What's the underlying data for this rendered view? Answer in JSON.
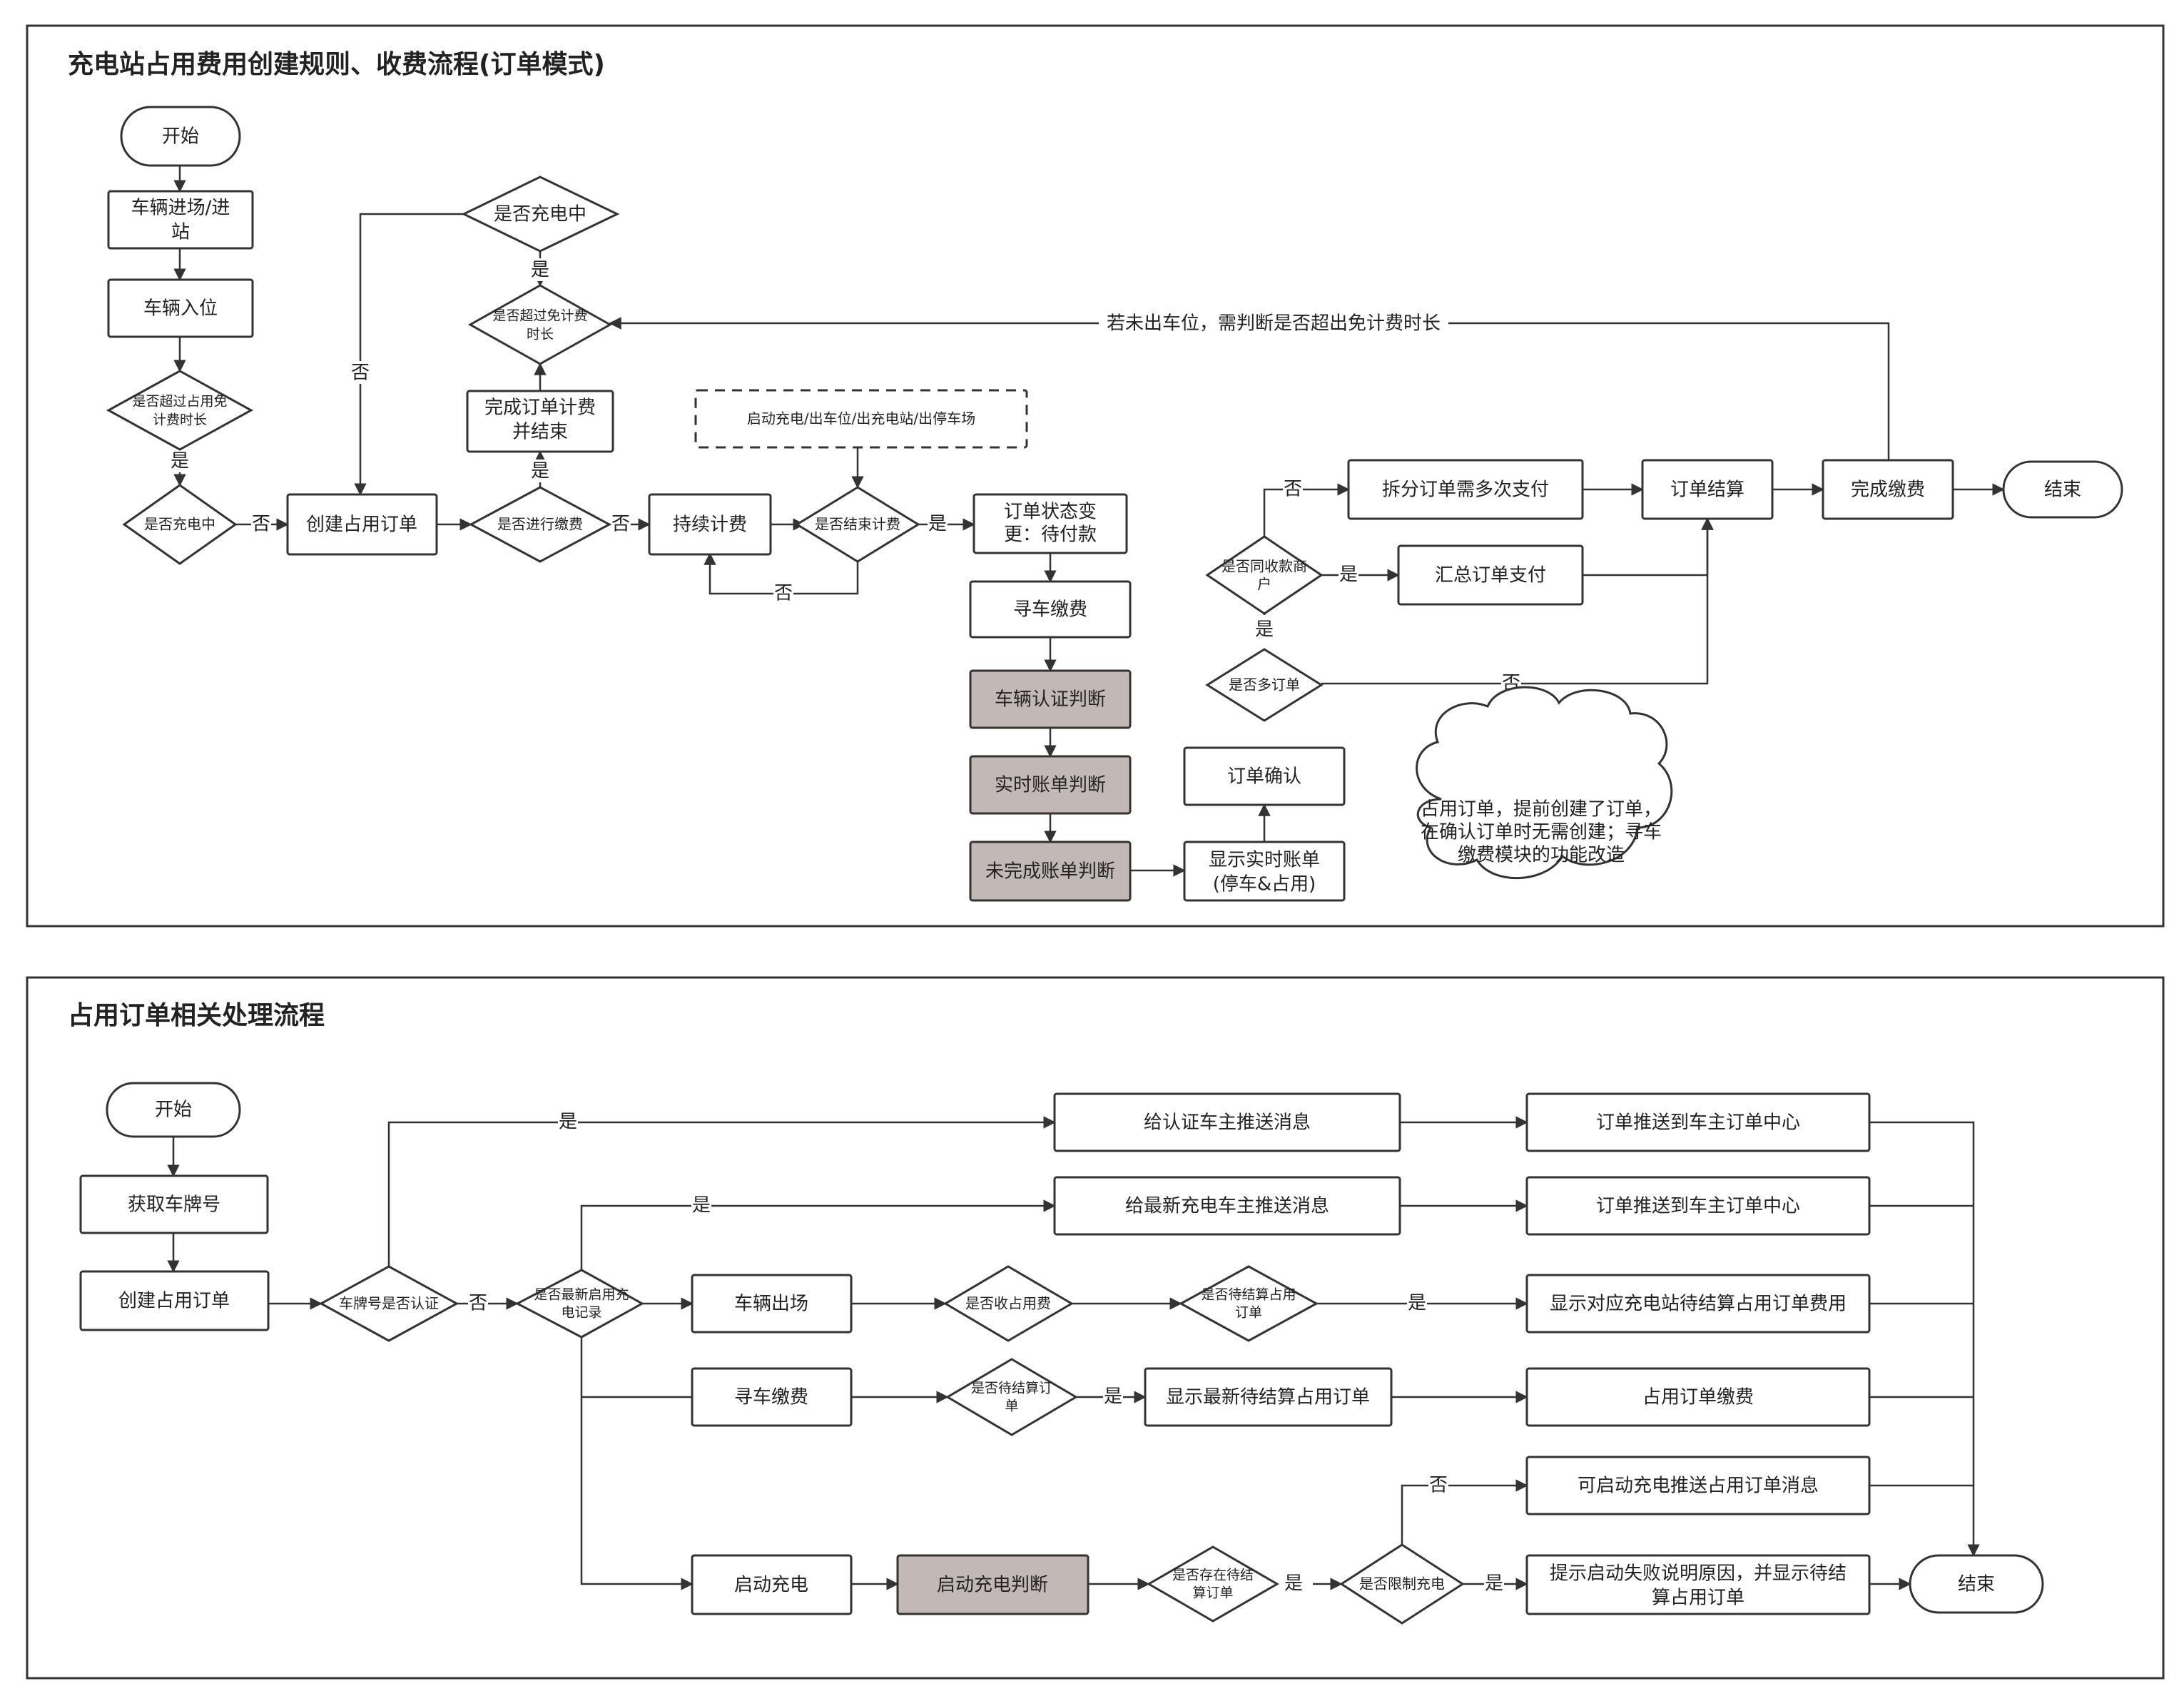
{
  "panel1": {
    "title": "充电站占用费用创建规则、收费流程(订单模式)",
    "nodes": {
      "start": "开始",
      "enter": [
        "车辆进场/进",
        "站"
      ],
      "park": "车辆入位",
      "free_time": [
        "是否超过占用免",
        "计费时长"
      ],
      "charging1": "是否充电中",
      "create": "创建占用订单",
      "charging2": "是否充电中",
      "exceed2": [
        "是否超过免计费",
        "时长"
      ],
      "finish": [
        "完成订单计费",
        "并结束"
      ],
      "paying": "是否进行缴费",
      "continue": "持续计费",
      "events": "启动充电/出车位/出充电站/出停车场",
      "end_billing": "是否结束计费",
      "status": [
        "订单状态变",
        "更：待付款"
      ],
      "find": "寻车缴费",
      "vauth": "车辆认证判断",
      "realtime": "实时账单判断",
      "unfinished": "未完成账单判断",
      "show": [
        "显示实时账单",
        "(停车&占用)"
      ],
      "confirm": "订单确认",
      "multi": "是否多订单",
      "same": [
        "是否同收款商",
        "户"
      ],
      "split": "拆分订单需多次支付",
      "merge": "汇总订单支付",
      "settle": "订单结算",
      "paid": "完成缴费",
      "end": "结束"
    },
    "note": [
      "占用订单，提前创建了订单，",
      "在确认订单时无需创建；寻车",
      "缴费模块的功能改造"
    ],
    "edge_labels": {
      "yes": "是",
      "no": "否",
      "loopback": "若未出车位，需判断是否超出免计费时长"
    }
  },
  "panel2": {
    "title": "占用订单相关处理流程",
    "nodes": {
      "start": "开始",
      "plate": "获取车牌号",
      "create": "创建占用订单",
      "plate_auth": "车牌号是否认证",
      "latest": [
        "是否最新启用充",
        "电记录"
      ],
      "push_auth": "给认证车主推送消息",
      "push_latest": "给最新充电车主推送消息",
      "order_center1": "订单推送到车主订单中心",
      "order_center2": "订单推送到车主订单中心",
      "exit": "车辆出场",
      "charge_fee": "是否收占用费",
      "pending_fee": [
        "是否待结算占用",
        "订单"
      ],
      "show_station": "显示对应充电站待结算占用订单费用",
      "find": "寻车缴费",
      "pending_order": [
        "是否待结算订",
        "单"
      ],
      "show_latest": "显示最新待结算占用订单",
      "pay": "占用订单缴费",
      "start_charge": "启动充电",
      "charge_judge": "启动充电判断",
      "has_pending": [
        "是否存在待结",
        "算订单"
      ],
      "limit": "是否限制充电",
      "push_msg": "可启动充电推送占用订单消息",
      "fail": [
        "提示启动失败说明原因，并显示待结",
        "算占用订单"
      ],
      "end": "结束"
    },
    "edge_labels": {
      "yes": "是",
      "no": "否"
    }
  }
}
